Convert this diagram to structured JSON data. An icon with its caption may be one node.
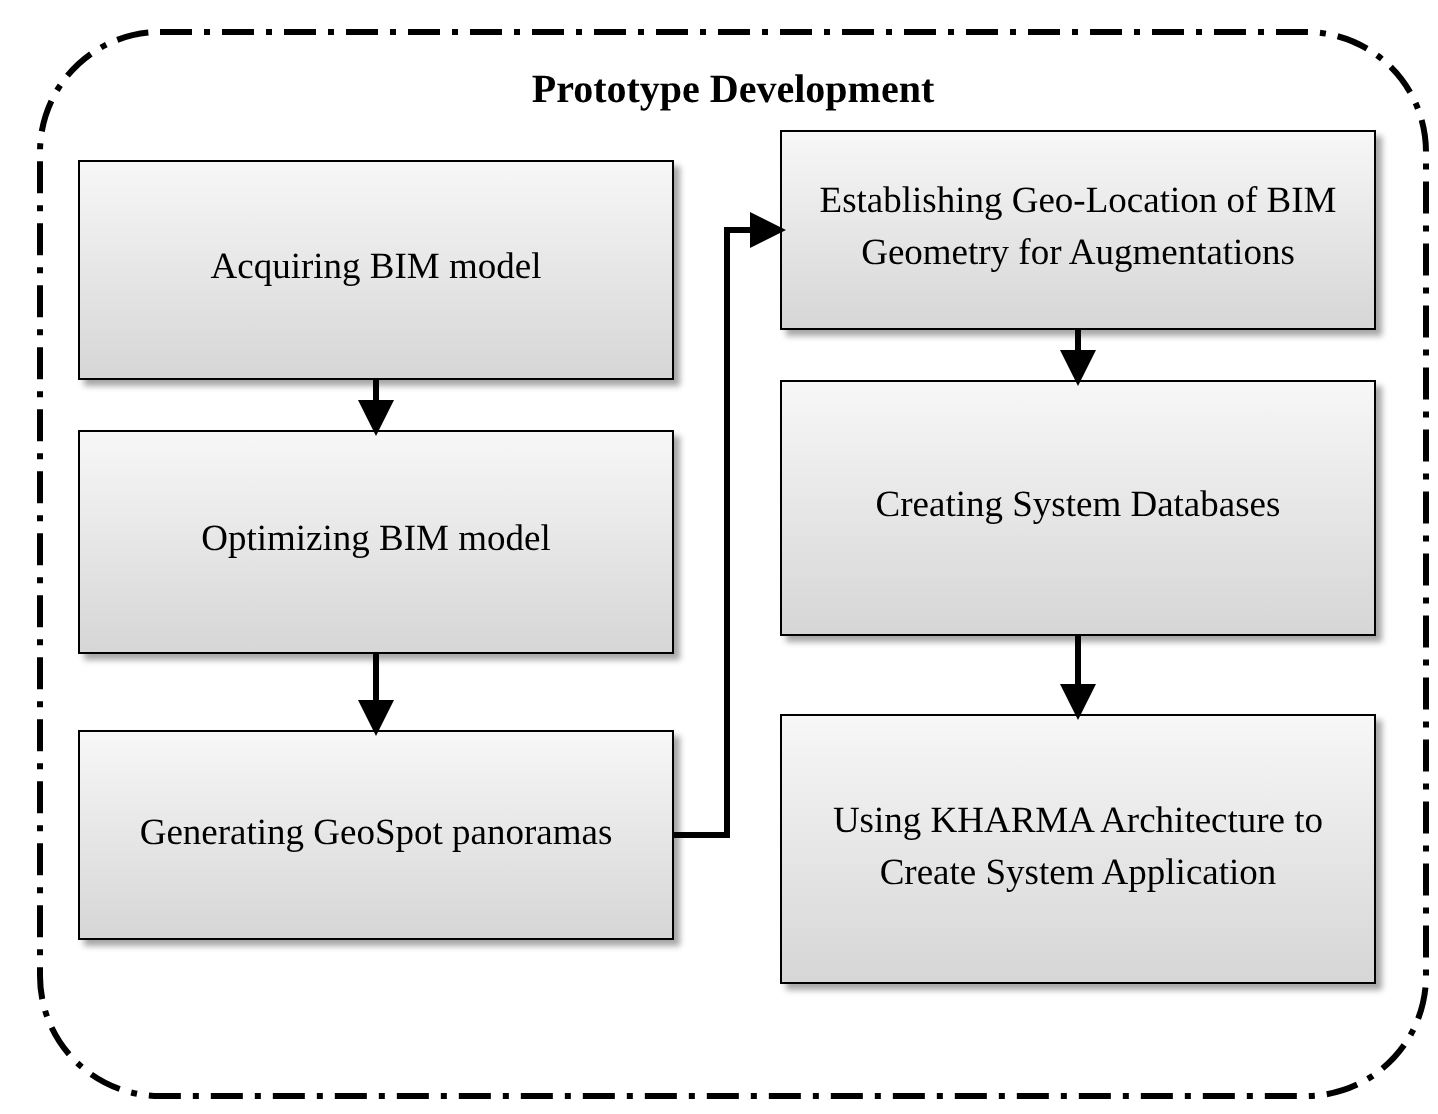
{
  "diagram": {
    "nodes": [
      {
        "text": [
          "Prototype Development"
        ]
      },
      {
        "text": [
          "Acquiring BIM model"
        ],
        "in": 0
      },
      {
        "text": [
          "Optimizing BIM model"
        ],
        "in": 0
      },
      {
        "text": [
          "Generating GeoSpot panoramas"
        ],
        "in": 0
      },
      {
        "text": [
          "Establishing Geo-Location of BIM Geometry for Augmentations"
        ],
        "in": 0
      },
      {
        "text": [
          "Creating System Databases"
        ],
        "in": 0
      },
      {
        "text": [
          "Using KHARMA Architecture to Create System Application"
        ],
        "in": 0
      }
    ],
    "edges": [
      {
        "from": 1,
        "to": 2,
        "arrow": "to"
      },
      {
        "from": 2,
        "to": 3,
        "arrow": "to"
      },
      {
        "from": 3,
        "to": 4,
        "arrow": "to"
      },
      {
        "from": 4,
        "to": 5,
        "arrow": "to"
      },
      {
        "from": 5,
        "to": 6,
        "arrow": "to"
      }
    ]
  }
}
